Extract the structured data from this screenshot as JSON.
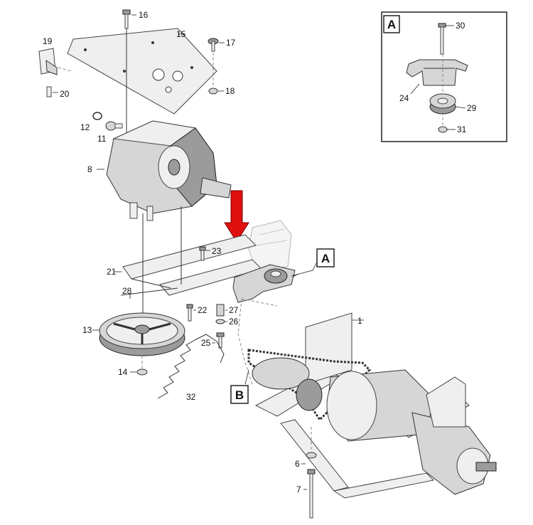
{
  "callouts": {
    "n1": "1",
    "n6": "6",
    "n7": "7",
    "n8": "8",
    "n11": "11",
    "n12": "12",
    "n13": "13",
    "n14": "14",
    "n15": "15",
    "n16": "16",
    "n17": "17",
    "n18": "18",
    "n19": "19",
    "n20": "20",
    "n21": "21",
    "n22": "22",
    "n23": "23",
    "n24": "24",
    "n25": "25",
    "n26": "26",
    "n27": "27",
    "n28": "28",
    "n29": "29",
    "n30": "30",
    "n31": "31",
    "n32": "32"
  },
  "detail_boxes": {
    "a": "A",
    "b": "B"
  },
  "colors": {
    "highlight_arrow": "#e01010",
    "line": "#222222",
    "part_fill": "#d6d6d6"
  }
}
